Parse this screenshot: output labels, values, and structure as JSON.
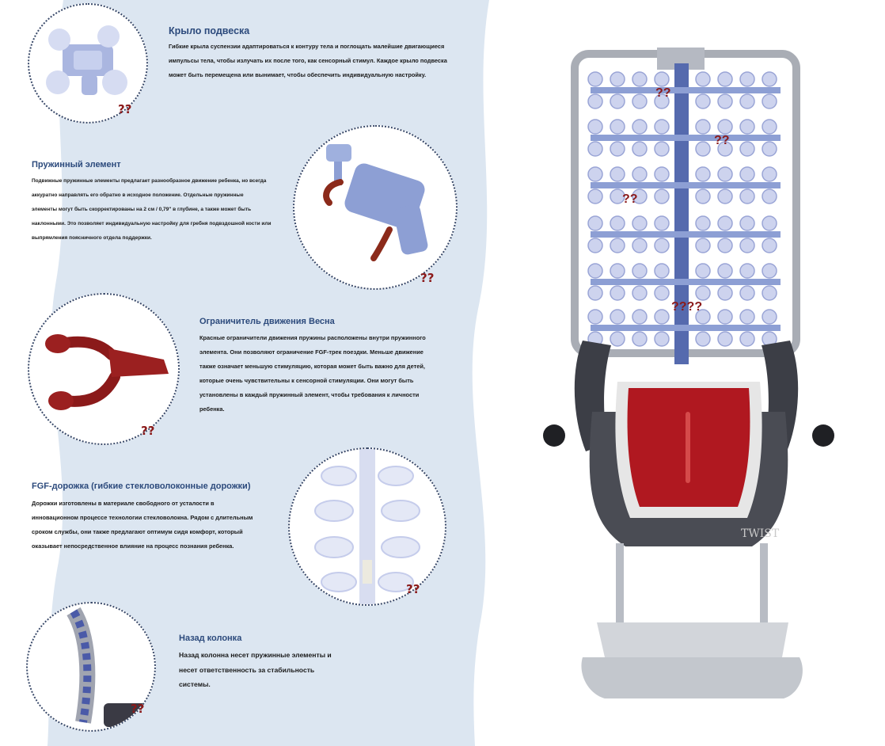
{
  "sections": [
    {
      "id": "wing",
      "title": "Крыло подвеска",
      "lines": [
        "Гибкие крыла суспензии адаптироваться к контуру тела и поглощать малейшие двигающиеся",
        "импульсы тела, чтобы излучать их после того, как сенсорный стимул. Каждое крыло подвеска",
        "может быть перемещена или вынимает, чтобы обеспечить индивидуальную настройку."
      ],
      "marker": "??"
    },
    {
      "id": "spring",
      "title": "Пружинный элемент",
      "lines": [
        "Подвижные пружинные элементы предлагает разнообразное движение ребенка, но всегда",
        "аккуратно направлять его обратно в исходное положение. Отдельные пружинные",
        "элементы могут быть скорректированы на 2 см / 0,79\" в глубине, а также может быть",
        "наклонными. Это позволяет индивидуальную настройку для гребня подвздошной кости или",
        "выпрямления поясничного отдела поддержки."
      ],
      "marker": "??"
    },
    {
      "id": "limiter",
      "title": "Ограничитель движения Весна",
      "lines": [
        "Красные ограничители движения пружины расположены внутри пружинного",
        "элемента. Они позволяют ограничение FGF-трек поездки. Меньше движение",
        "также означает меньшую стимуляцию, которая может быть важно для детей,",
        "которые очень чувствительны к сенсорной стимуляции. Они могут быть",
        "установлены в каждый пружинный элемент, чтобы требования к личности",
        "ребенка."
      ],
      "marker": "??"
    },
    {
      "id": "fgf",
      "title": "FGF-дорожка (гибкие стекловолоконные дорожки)",
      "lines": [
        "Дорожки изготовлены в материале свободного от усталости в",
        "инновационном процессе технологии стекловолокна. Рядом с длительным",
        "сроком службы, они также предлагают оптимум сидя комфорт, который",
        "оказывает непосредственное влияние на процесс познания ребенка."
      ],
      "marker": "??"
    },
    {
      "id": "column",
      "title": "Назад колонка",
      "lines": [
        "Назад колонна несет пружинные элементы и",
        "несет ответственность за стабильность",
        "системы."
      ],
      "marker": "??"
    }
  ],
  "chair": {
    "brand": "TWIST",
    "markers": [
      "??",
      "??",
      "??",
      "????"
    ]
  },
  "colors": {
    "panel": "#dce6f1",
    "title": "#2c4a7c",
    "marker": "#8b1a1a",
    "cushion_red": "#b01820",
    "spring_blue": "#8d9fd4"
  }
}
